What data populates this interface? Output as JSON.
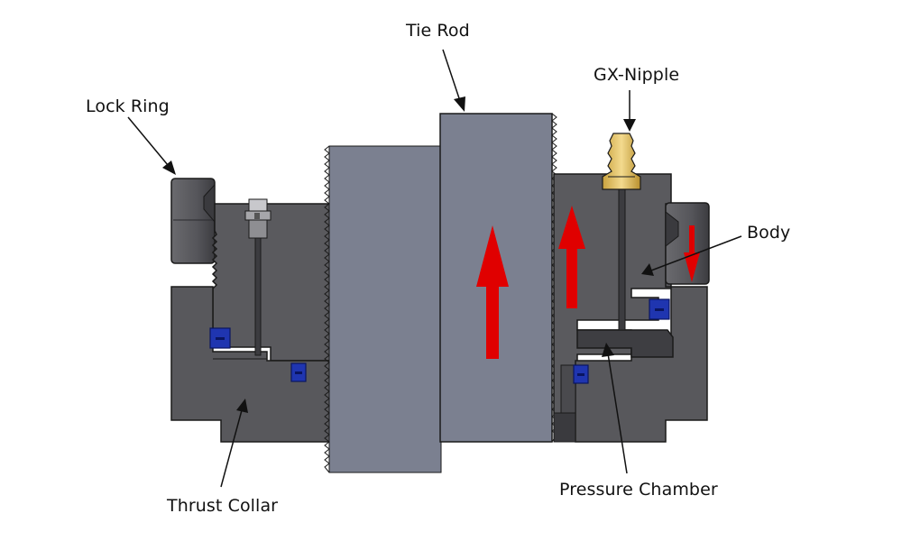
{
  "labels": {
    "tie_rod": "Tie Rod",
    "gx_nipple": "GX-Nipple",
    "lock_ring": "Lock Ring",
    "body": "Body",
    "thrust_collar": "Thrust Collar",
    "pressure_chamber": "Pressure Chamber"
  },
  "colors": {
    "part_dark": "#5a5a5e",
    "part_darker": "#3e3e42",
    "tie_rod": "#7b8090",
    "seal": "#1f35b0",
    "arrow": "#e00000",
    "nipple": "#e5c36a",
    "outline": "#1a1a1a"
  }
}
